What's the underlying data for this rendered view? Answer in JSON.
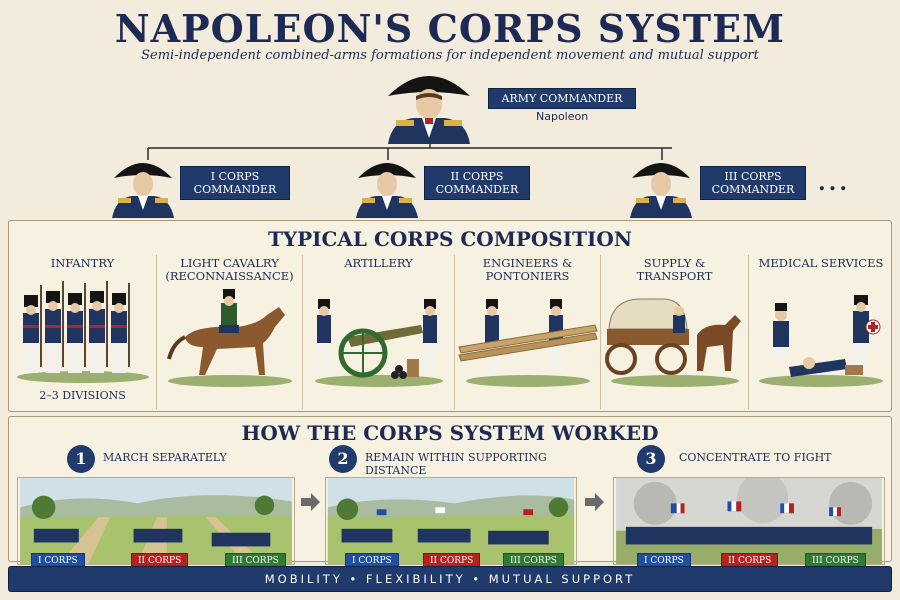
{
  "title": "NAPOLEON'S CORPS SYSTEM",
  "subtitle": "Semi-independent combined-arms formations for independent movement and mutual support",
  "hierarchy": {
    "army": {
      "label": "ARMY COMMANDER",
      "name": "Napoleon"
    },
    "corps": [
      {
        "label_line1": "I CORPS",
        "label_line2": "COMMANDER"
      },
      {
        "label_line1": "II CORPS",
        "label_line2": "COMMANDER"
      },
      {
        "label_line1": "III CORPS",
        "label_line2": "COMMANDER"
      }
    ],
    "more": "..."
  },
  "composition": {
    "title": "TYPICAL CORPS COMPOSITION",
    "columns": [
      {
        "line1": "INFANTRY",
        "line2": "",
        "note": "2–3 DIVISIONS"
      },
      {
        "line1": "LIGHT CAVALRY",
        "line2": "(RECONNAISSANCE)",
        "note": ""
      },
      {
        "line1": "ARTILLERY",
        "line2": "",
        "note": ""
      },
      {
        "line1": "ENGINEERS &",
        "line2": "PONTONIERS",
        "note": ""
      },
      {
        "line1": "SUPPLY &",
        "line2": "TRANSPORT",
        "note": ""
      },
      {
        "line1": "MEDICAL SERVICES",
        "line2": "",
        "note": ""
      }
    ]
  },
  "how": {
    "title": "HOW THE CORPS SYSTEM WORKED",
    "steps": [
      {
        "num": "1",
        "label": "MARCH SEPARATELY"
      },
      {
        "num": "2",
        "label": "REMAIN WITHIN SUPPORTING DISTANCE"
      },
      {
        "num": "3",
        "label": "CONCENTRATE TO FIGHT"
      }
    ],
    "tags": [
      "I CORPS",
      "II CORPS",
      "III CORPS"
    ]
  },
  "footer": "MOBILITY  •  FLEXIBILITY  •  MUTUAL SUPPORT",
  "colors": {
    "navy": "#1f3a6b",
    "corps1": "#1f4fa0",
    "corps2": "#b42222",
    "corps3": "#2f7a35",
    "parchment": "#f3ecdc"
  }
}
